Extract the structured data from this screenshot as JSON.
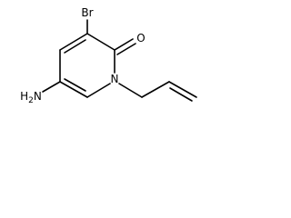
{
  "molecule": {
    "atom_labels": {
      "bromine": "Br",
      "oxygen": "O",
      "nitrogen": "N",
      "amine": "H2N"
    }
  }
}
